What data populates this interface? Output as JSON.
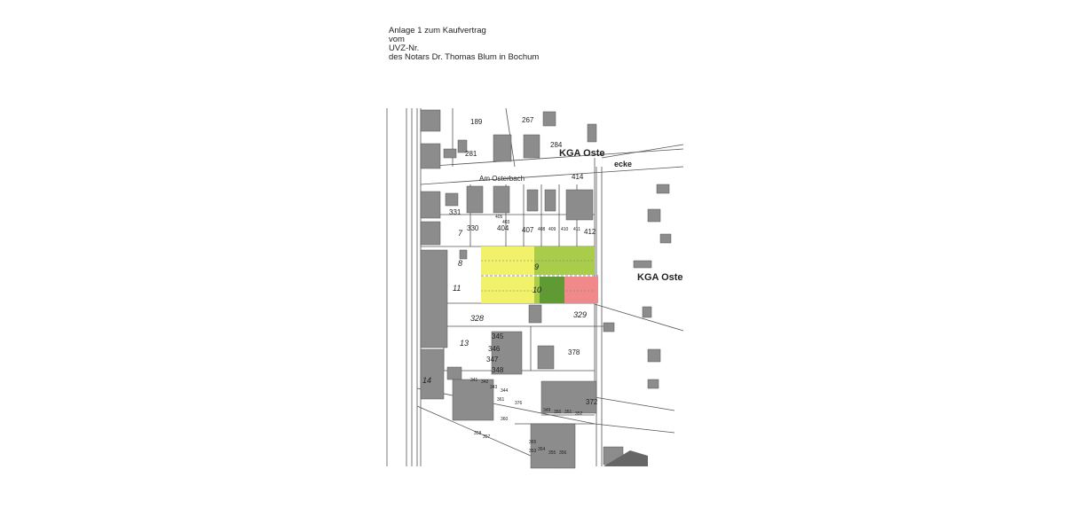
{
  "document": {
    "header_lines": [
      "Anlage 1 zum Kaufvertrag",
      "vom",
      "UVZ-Nr.",
      "des Notars Dr. Thomas Blum in Bochum"
    ]
  },
  "map": {
    "street": "Am Osterbach",
    "areas": {
      "kga_top": "KGA Oste",
      "kga_top_suffix": "ecke",
      "kga_right": "KGA Oste"
    },
    "highlight_colors": {
      "yellow": "#f1f26a",
      "green": "#a9cd4b",
      "dark_green": "#5f9a33",
      "red": "#f08a8a"
    },
    "parcels": {
      "p189": "189",
      "p267": "267",
      "p284": "284",
      "p281": "281",
      "p414": "414",
      "p331": "331",
      "p330": "330",
      "p404": "404",
      "p407": "407",
      "p412": "412",
      "p405": "405",
      "p403": "403",
      "p408": "408",
      "p409": "409",
      "p410": "410",
      "p411": "411",
      "p7": "7",
      "p8": "8",
      "p9": "9",
      "p10": "10",
      "p11": "11",
      "p328": "328",
      "p329": "329",
      "p13": "13",
      "p345": "345",
      "p346": "346",
      "p347": "347",
      "p348": "348",
      "p378": "378",
      "p14": "14",
      "p341": "341",
      "p342": "342",
      "p343": "343",
      "p344": "344",
      "p361": "361",
      "p376": "376",
      "p349": "349",
      "p350": "350",
      "p351": "351",
      "p352": "352",
      "p372": "372",
      "p354": "354",
      "p353": "353",
      "p355": "355",
      "p356": "356",
      "p365": "365",
      "p360": "360",
      "p357": "357",
      "p358": "358"
    }
  }
}
